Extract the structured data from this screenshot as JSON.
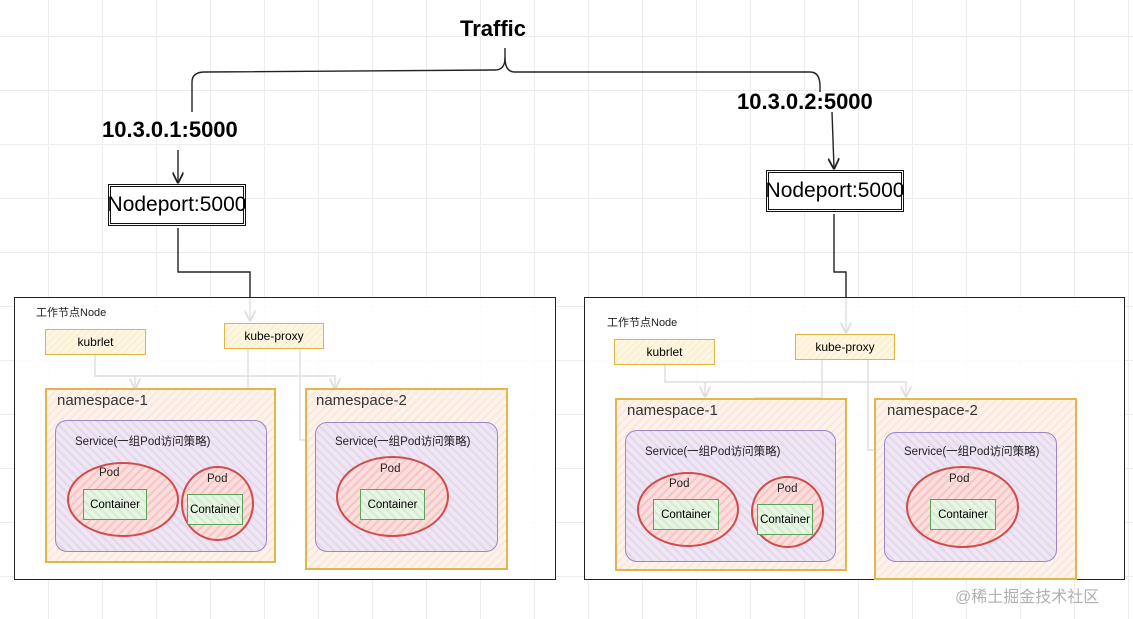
{
  "traffic_label": "Traffic",
  "left": {
    "ip_label": "10.3.0.1:5000",
    "nodeport_label": "Nodeport:5000",
    "node_title": "工作节点Node",
    "kubelet_label": "kubrlet",
    "kube_proxy_label": "kube-proxy",
    "ns1": {
      "title": "namespace-1",
      "service_label": "Service(一组Pod访问策略)",
      "pods": [
        {
          "title": "Pod",
          "container": "Container"
        },
        {
          "title": "Pod",
          "container": "Container"
        }
      ]
    },
    "ns2": {
      "title": "namespace-2",
      "service_label": "Service(一组Pod访问策略)",
      "pods": [
        {
          "title": "Pod",
          "container": "Container"
        }
      ]
    }
  },
  "right": {
    "ip_label": "10.3.0.2:5000",
    "nodeport_label": "Nodeport:5000",
    "node_title": "工作节点Node",
    "kubelet_label": "kubrlet",
    "kube_proxy_label": "kube-proxy",
    "ns1": {
      "title": "namespace-1",
      "service_label": "Service(一组Pod访问策略)",
      "pods": [
        {
          "title": "Pod",
          "container": "Container"
        },
        {
          "title": "Pod",
          "container": "Container"
        }
      ]
    },
    "ns2": {
      "title": "namespace-2",
      "service_label": "Service(一组Pod访问策略)",
      "pods": [
        {
          "title": "Pod",
          "container": "Container"
        }
      ]
    }
  },
  "watermark": "@稀土掘金技术社区",
  "colors": {
    "namespace_border": "#e3b647",
    "service_border": "#9c86c9",
    "pod_border": "#d14b4b",
    "container_border": "#5aa45a"
  }
}
